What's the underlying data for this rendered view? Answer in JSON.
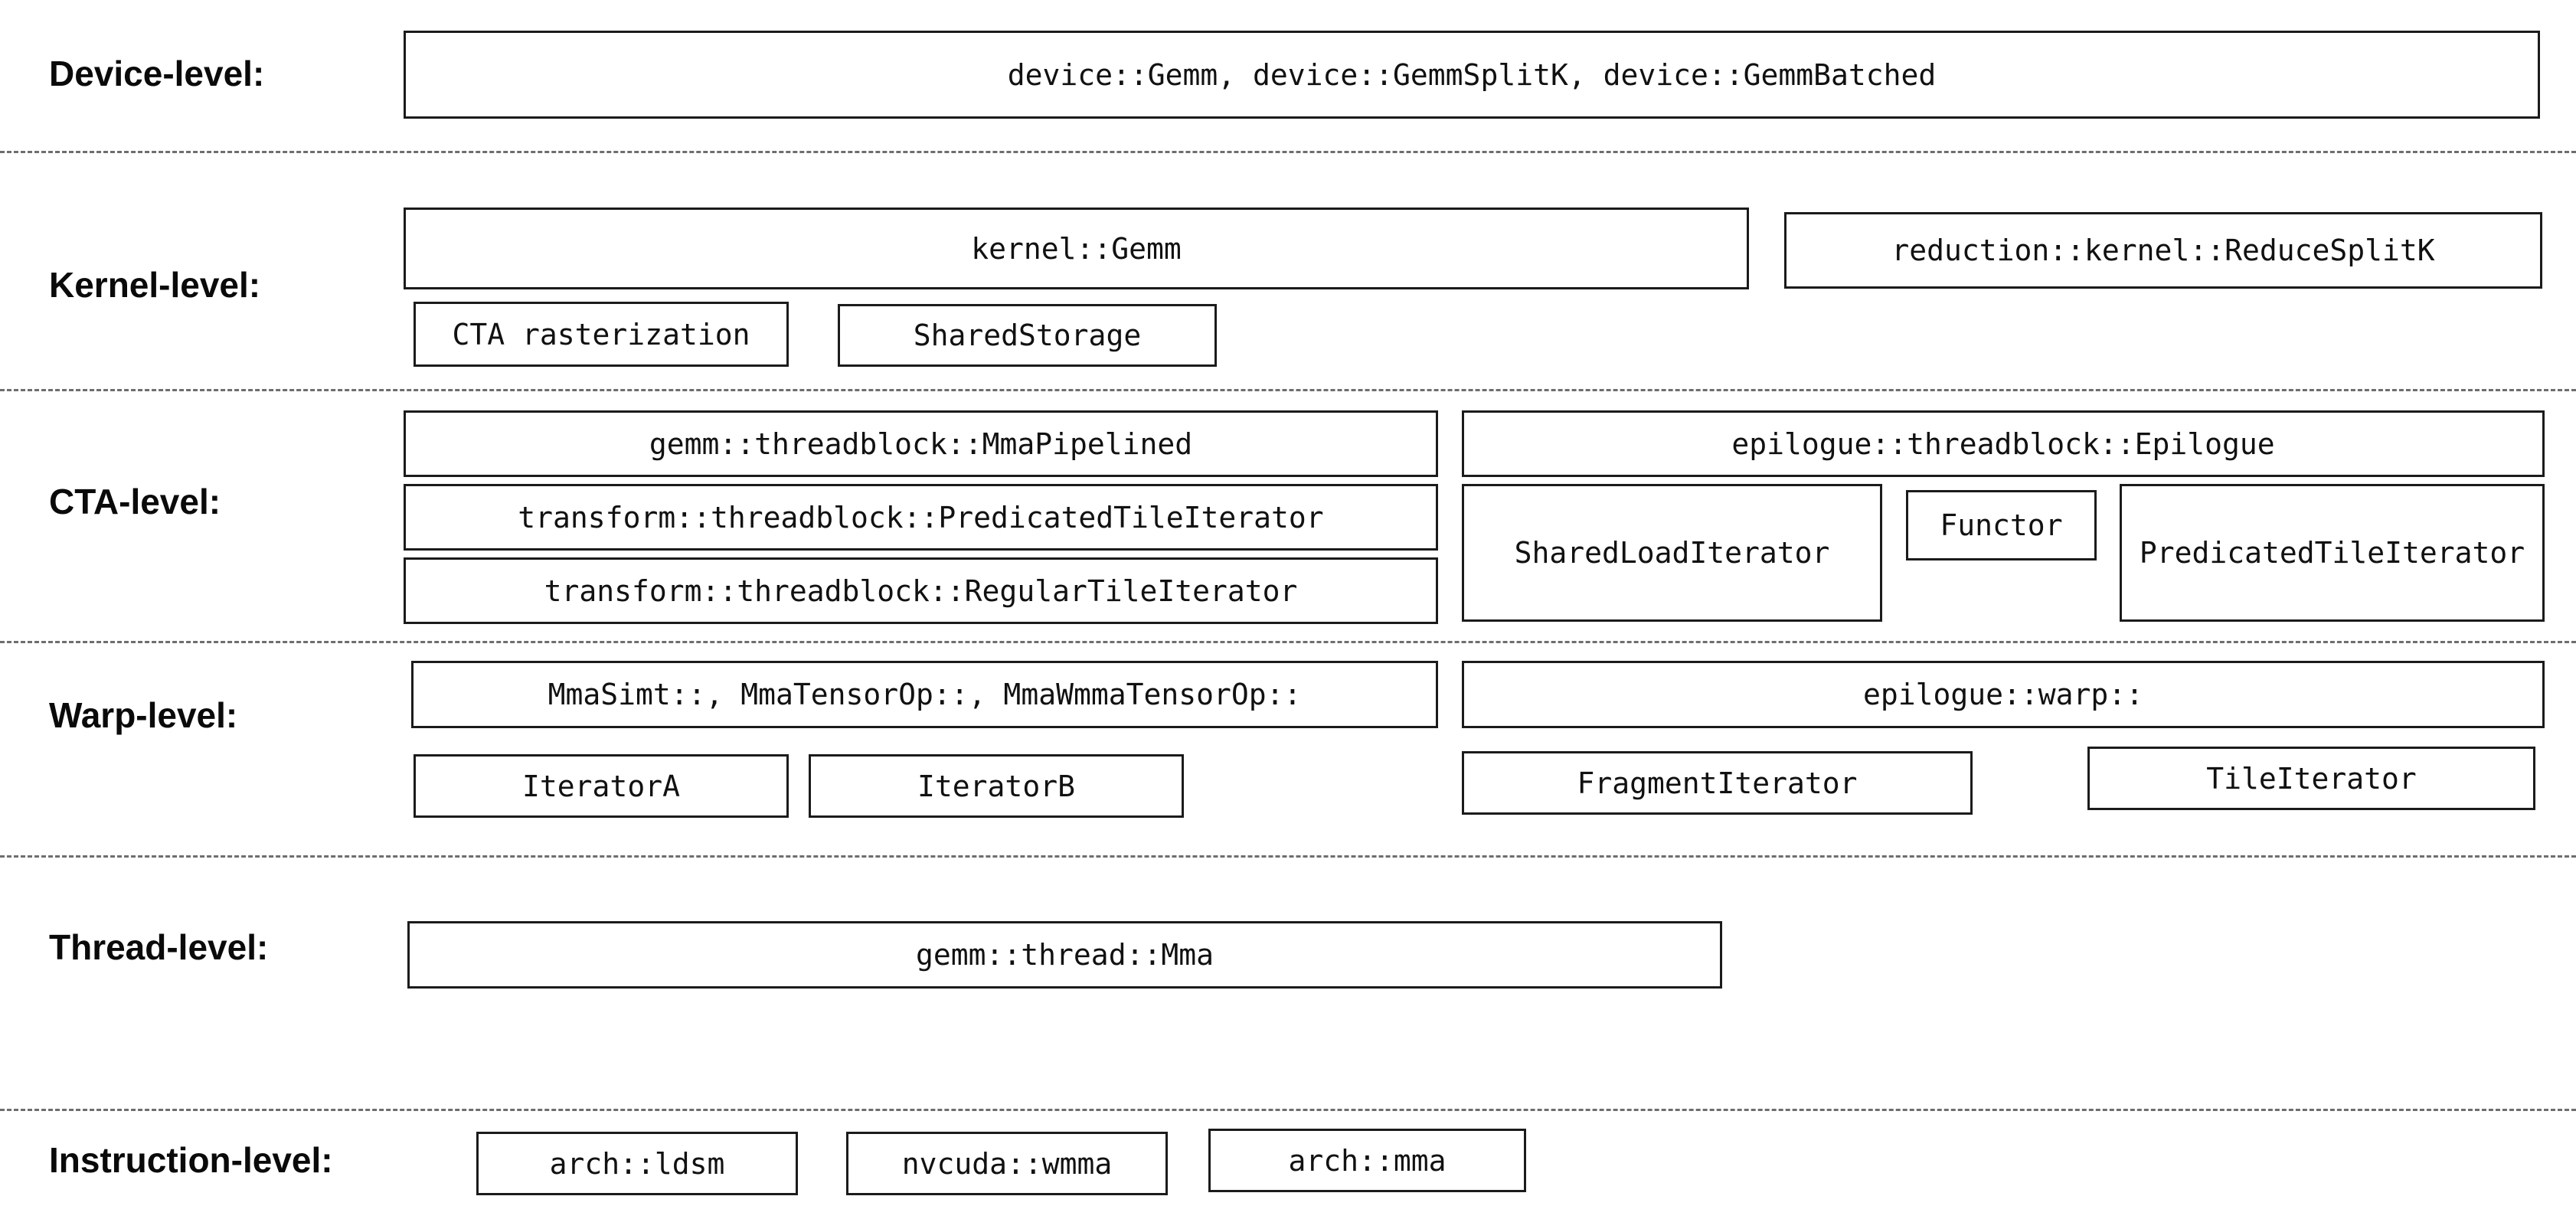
{
  "diagram": {
    "device": {
      "label": "Device-level:",
      "gemm_box": "device::Gemm, device::GemmSplitK, device::GemmBatched"
    },
    "kernel": {
      "label": "Kernel-level:",
      "gemm_box": "kernel::Gemm",
      "reduce_splitk_box": "reduction::kernel::ReduceSplitK",
      "cta_rasterization_box": "CTA rasterization",
      "shared_storage_box": "SharedStorage"
    },
    "cta": {
      "label": "CTA-level:",
      "mma_pipelined_box": "gemm::threadblock::MmaPipelined",
      "predicated_tile_iterator_box": "transform::threadblock::PredicatedTileIterator",
      "regular_tile_iterator_box": "transform::threadblock::RegularTileIterator",
      "epilogue_box": "epilogue::threadblock::Epilogue",
      "shared_load_iterator_box": "SharedLoadIterator",
      "functor_box": "Functor",
      "epilogue_predicated_tile_iterator_box": "PredicatedTileIterator"
    },
    "warp": {
      "label": "Warp-level:",
      "mma_box": "MmaSimt::, MmaTensorOp::, MmaWmmaTensorOp::",
      "epilogue_warp_box": "epilogue::warp::",
      "iterator_a_box": "IteratorA",
      "iterator_b_box": "IteratorB",
      "fragment_iterator_box": "FragmentIterator",
      "tile_iterator_box": "TileIterator"
    },
    "thread": {
      "label": "Thread-level:",
      "mma_box": "gemm::thread::Mma"
    },
    "instruction": {
      "label": "Instruction-level:",
      "arch_ldsm_box": "arch::ldsm",
      "nvcuda_wmma_box": "nvcuda::wmma",
      "arch_mma_box": "arch::mma"
    }
  }
}
